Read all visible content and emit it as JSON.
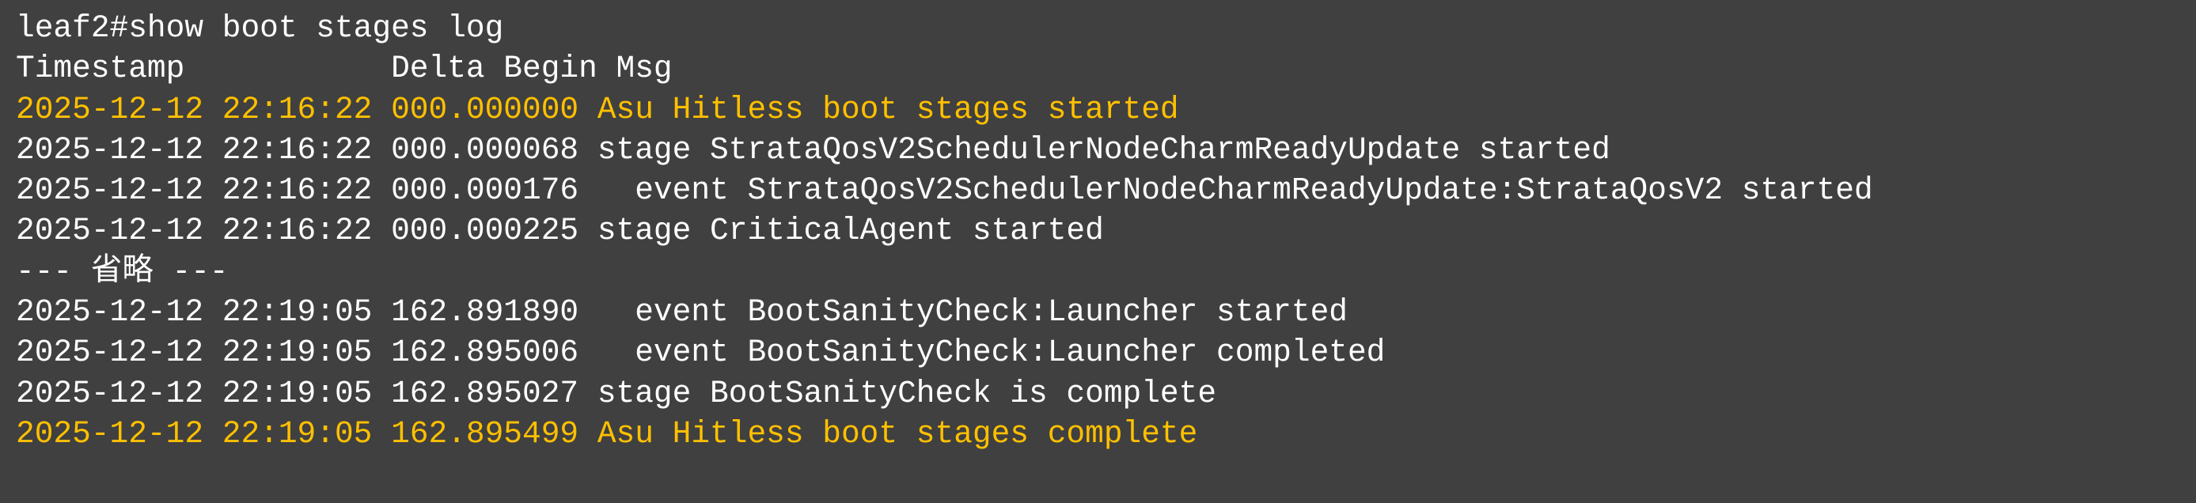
{
  "colors": {
    "background": "#404040",
    "text": "#ffffff",
    "highlight": "#ffc000"
  },
  "terminal": {
    "prompt_line": "leaf2#show boot stages log",
    "header_line": "Timestamp           Delta Begin Msg",
    "lines": [
      {
        "text": "2025-12-12 22:16:22 000.000000 Asu Hitless boot stages started",
        "highlight": true
      },
      {
        "text": "2025-12-12 22:16:22 000.000068 stage StrataQosV2SchedulerNodeCharmReadyUpdate started",
        "highlight": false
      },
      {
        "text": "2025-12-12 22:16:22 000.000176   event StrataQosV2SchedulerNodeCharmReadyUpdate:StrataQosV2 started",
        "highlight": false
      },
      {
        "text": "2025-12-12 22:16:22 000.000225 stage CriticalAgent started",
        "highlight": false
      },
      {
        "text": "--- 省略 ---",
        "highlight": false
      },
      {
        "text": "2025-12-12 22:19:05 162.891890   event BootSanityCheck:Launcher started",
        "highlight": false
      },
      {
        "text": "2025-12-12 22:19:05 162.895006   event BootSanityCheck:Launcher completed",
        "highlight": false
      },
      {
        "text": "2025-12-12 22:19:05 162.895027 stage BootSanityCheck is complete",
        "highlight": false
      },
      {
        "text": "2025-12-12 22:19:05 162.895499 Asu Hitless boot stages complete",
        "highlight": true
      }
    ]
  }
}
